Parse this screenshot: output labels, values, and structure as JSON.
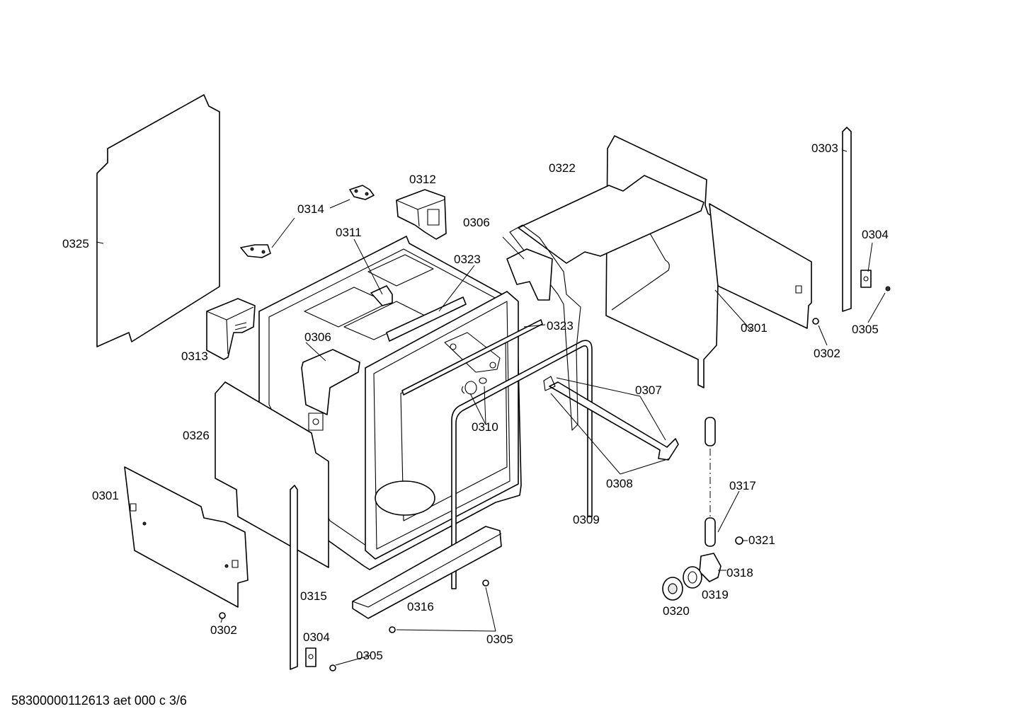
{
  "diagram": {
    "labels": {
      "p0325": "0325",
      "p0314": "0314",
      "p0312": "0312",
      "p0311": "0311",
      "p0306_top": "0306",
      "p0323_top": "0323",
      "p0322": "0322",
      "p0303": "0303",
      "p0304_right": "0304",
      "p0305_right": "0305",
      "p0302_right": "0302",
      "p0301_right": "0301",
      "p0313": "0313",
      "p0306_mid": "0306",
      "p0323_mid": "0323",
      "p0326": "0326",
      "p0310": "0310",
      "p0307": "0307",
      "p0308": "0308",
      "p0309": "0309",
      "p0301_left": "0301",
      "p0317": "0317",
      "p0321": "0321",
      "p0318": "0318",
      "p0319": "0319",
      "p0320": "0320",
      "p0315": "0315",
      "p0316": "0316",
      "p0302_left": "0302",
      "p0304_left": "0304",
      "p0305_left": "0305",
      "p0305_bottom": "0305"
    },
    "footer_text": "58300000112613 aet 000 c 3/6"
  }
}
